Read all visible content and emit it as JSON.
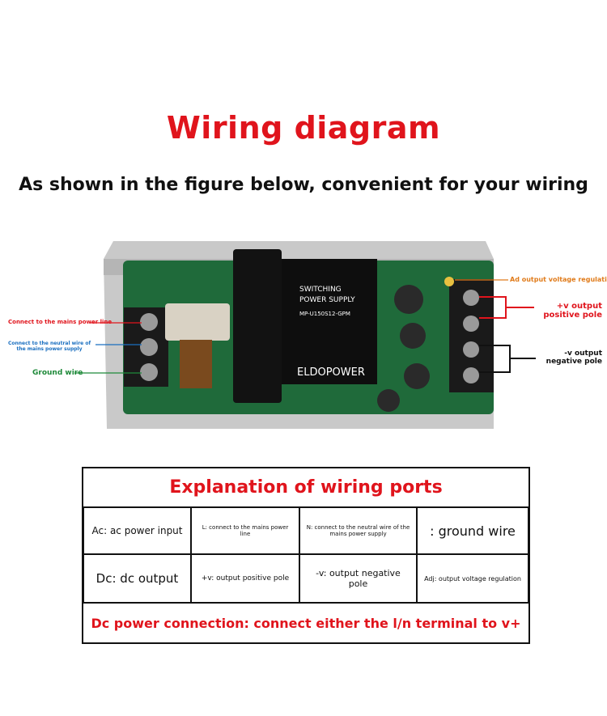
{
  "header": {
    "title": "Wiring diagram",
    "subtitle": "As shown in the figure below, convenient for your wiring"
  },
  "board": {
    "brand": "ELDOPOWER",
    "module_line1": "SWITCHING",
    "module_line2": "POWER SUPPLY",
    "model": "MP-U150S12-GPM",
    "labels": {
      "mains_live": "Connect to the mains power line",
      "neutral": "Connect to the neutral wire of the mains power supply",
      "ground": "Ground wire",
      "adj": "Ad output voltage regulation",
      "v_pos": "+v output positive pole",
      "v_neg": "-v output negative pole"
    }
  },
  "table": {
    "heading": "Explanation of wiring ports",
    "rows": [
      [
        "Ac: ac power input",
        "L: connect to the mains power line",
        "N: connect to the neutral wire of the mains power supply",
        ": ground wire"
      ],
      [
        "Dc: dc output",
        "+v: output positive pole",
        "-v: output negative pole",
        "Adj: output voltage regulation"
      ]
    ],
    "footer": "Dc power connection: connect either the l/n terminal to v+"
  },
  "colors": {
    "title": "#e0141c",
    "pcb": "#1f6a3a",
    "live_label": "#e0141c",
    "neutral_label": "#1a6fc0",
    "ground_label": "#1f8a3a",
    "adj_label": "#e07b1a"
  }
}
